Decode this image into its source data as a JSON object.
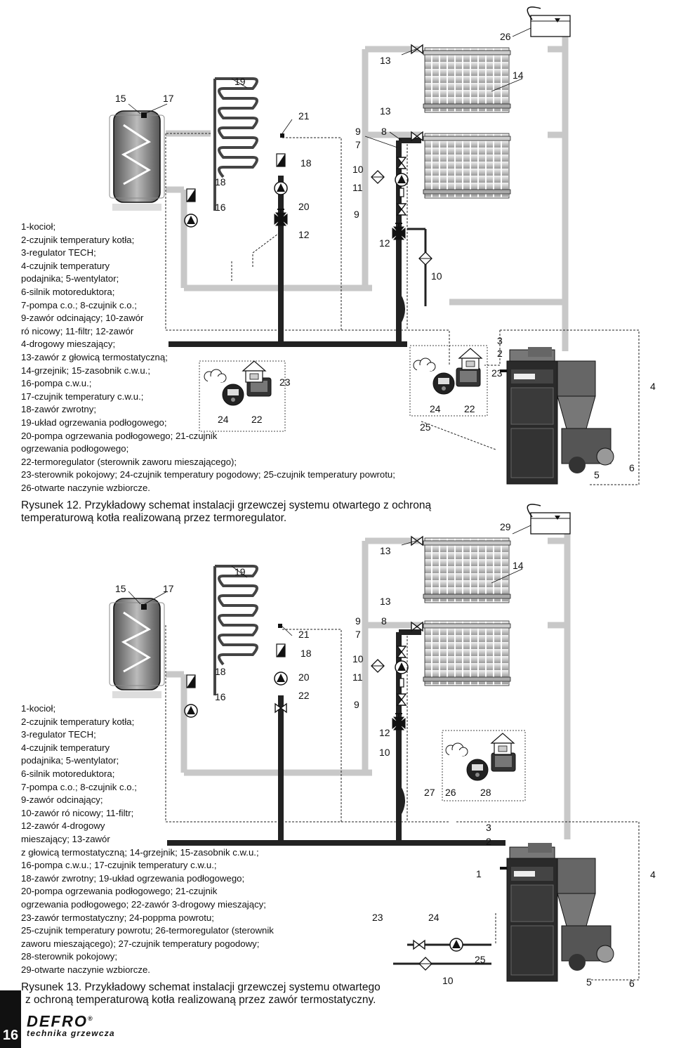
{
  "figure12": {
    "legend": [
      "1-kocioł;",
      "2-czujnik temperatury kotła;",
      "3-regulator TECH;",
      "4-czujnik temperatury",
      "podajnika; 5-wentylator;",
      "6-silnik motoreduktora;",
      "7-pompa c.o.; 8-czujnik c.o.;",
      "9-zawór odcinający; 10-zawór",
      "ró nicowy; 11-filtr; 12-zawór",
      "4-drogowy mieszający;",
      "13-zawór z głowicą termostatyczną;",
      "14-grzejnik; 15-zasobnik c.w.u.;",
      "16-pompa c.w.u.;",
      "17-czujnik temperatury c.w.u.;",
      "18-zawór zwrotny;",
      "19-układ ogrzewania podłogowego;",
      "20-pompa ogrzewania podłogowego; 21-czujnik",
      "ogrzewania podłogowego;",
      "22-termoregulator (sterownik zaworu mieszającego);",
      "23-sterownik pokojowy; 24-czujnik temperatury pogodowy; 25-czujnik temperatury powrotu;",
      "26-otwarte naczynie wzbiorcze."
    ],
    "caption_line1": "Rysunek 12. Przykładowy schemat instalacji grzewczej systemu otwartego z ochroną",
    "caption_line2": "temperaturową kotła realizowaną przez termoregulator.",
    "labels": {
      "n26": "26",
      "n14": "14",
      "n13a": "13",
      "n13b": "13",
      "n19": "19",
      "n15": "15",
      "n17": "17",
      "n21": "21",
      "n9a": "9",
      "n8": "8",
      "n7": "7",
      "n18a": "18",
      "n18b": "18",
      "n10a": "10",
      "n11": "11",
      "n16": "16",
      "n20": "20",
      "n9b": "9",
      "n12a": "12",
      "n12b": "12",
      "n10b": "10",
      "n3": "3",
      "n2": "2",
      "n23a": "23",
      "n23b": "23",
      "n24a": "24",
      "n22a": "22",
      "n24b": "24",
      "n22b": "22",
      "n25": "25",
      "n4": "4",
      "n5": "5",
      "n6": "6"
    }
  },
  "figure13": {
    "legend": [
      "1-kocioł;",
      "2-czujnik temperatury kotła;",
      "3-regulator TECH;",
      "4-czujnik temperatury",
      "podajnika; 5-wentylator;",
      "6-silnik motoreduktora;",
      "7-pompa c.o.; 8-czujnik c.o.;",
      "9-zawór odcinający;",
      "10-zawór ró nicowy; 11-filtr;",
      "12-zawór 4-drogowy",
      "mieszający; 13-zawór",
      "z głowicą termostatyczną; 14-grzejnik; 15-zasobnik c.w.u.;",
      "16-pompa c.w.u.; 17-czujnik temperatury c.w.u.;",
      "18-zawór zwrotny; 19-układ ogrzewania podłogowego;",
      "20-pompa ogrzewania podłogowego; 21-czujnik",
      "ogrzewania podłogowego; 22-zawór 3-drogowy mieszający;",
      "23-zawór termostatyczny; 24-poppma powrotu;",
      "25-czujnik temperatury powrotu; 26-termoregulator (sterownik",
      "zaworu mieszającego); 27-czujnik temperatury pogodowy;",
      "28-sterownik pokojowy;",
      "29-otwarte naczynie wzbiorcze."
    ],
    "caption_line1": "Rysunek 13. Przykładowy schemat instalacji grzewczej systemu otwartego",
    "caption_line2": "z ochroną temperaturową kotła realizowaną przez zawór termostatyczny.",
    "labels": {
      "n29": "29",
      "n13a": "13",
      "n14": "14",
      "n19": "19",
      "n15": "15",
      "n17": "17",
      "n13b": "13",
      "n9a": "9",
      "n8": "8",
      "n21": "21",
      "n7": "7",
      "n18a": "18",
      "n10a": "10",
      "n18b": "18",
      "n20": "20",
      "n11": "11",
      "n16": "16",
      "n22": "22",
      "n9b": "9",
      "n12": "12",
      "n10b": "10",
      "n27": "27",
      "n26": "26",
      "n28": "28",
      "n3": "3",
      "n2": "2",
      "n1": "1",
      "n4": "4",
      "n23": "23",
      "n24": "24",
      "n25": "25",
      "n10c": "10",
      "n5": "5",
      "n6": "6"
    }
  },
  "footer": {
    "page_number": "16",
    "logo": "DEFRO",
    "logo_tagline": "technika grzewcza",
    "registered": "®"
  }
}
